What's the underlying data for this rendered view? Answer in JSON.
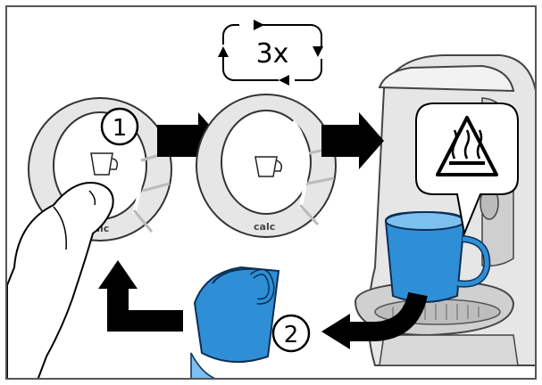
{
  "repeat_label": "3x",
  "step1_label": "1",
  "step2_label": "2",
  "button_label": "calc",
  "colors": {
    "water": "#2f8fd6",
    "arrow": "#000000",
    "frame": "#555555",
    "machine_gray": "#d9d9d9"
  },
  "icons": [
    "hot-surface-warning-icon",
    "cup-icon",
    "refresh-loop-icon"
  ]
}
